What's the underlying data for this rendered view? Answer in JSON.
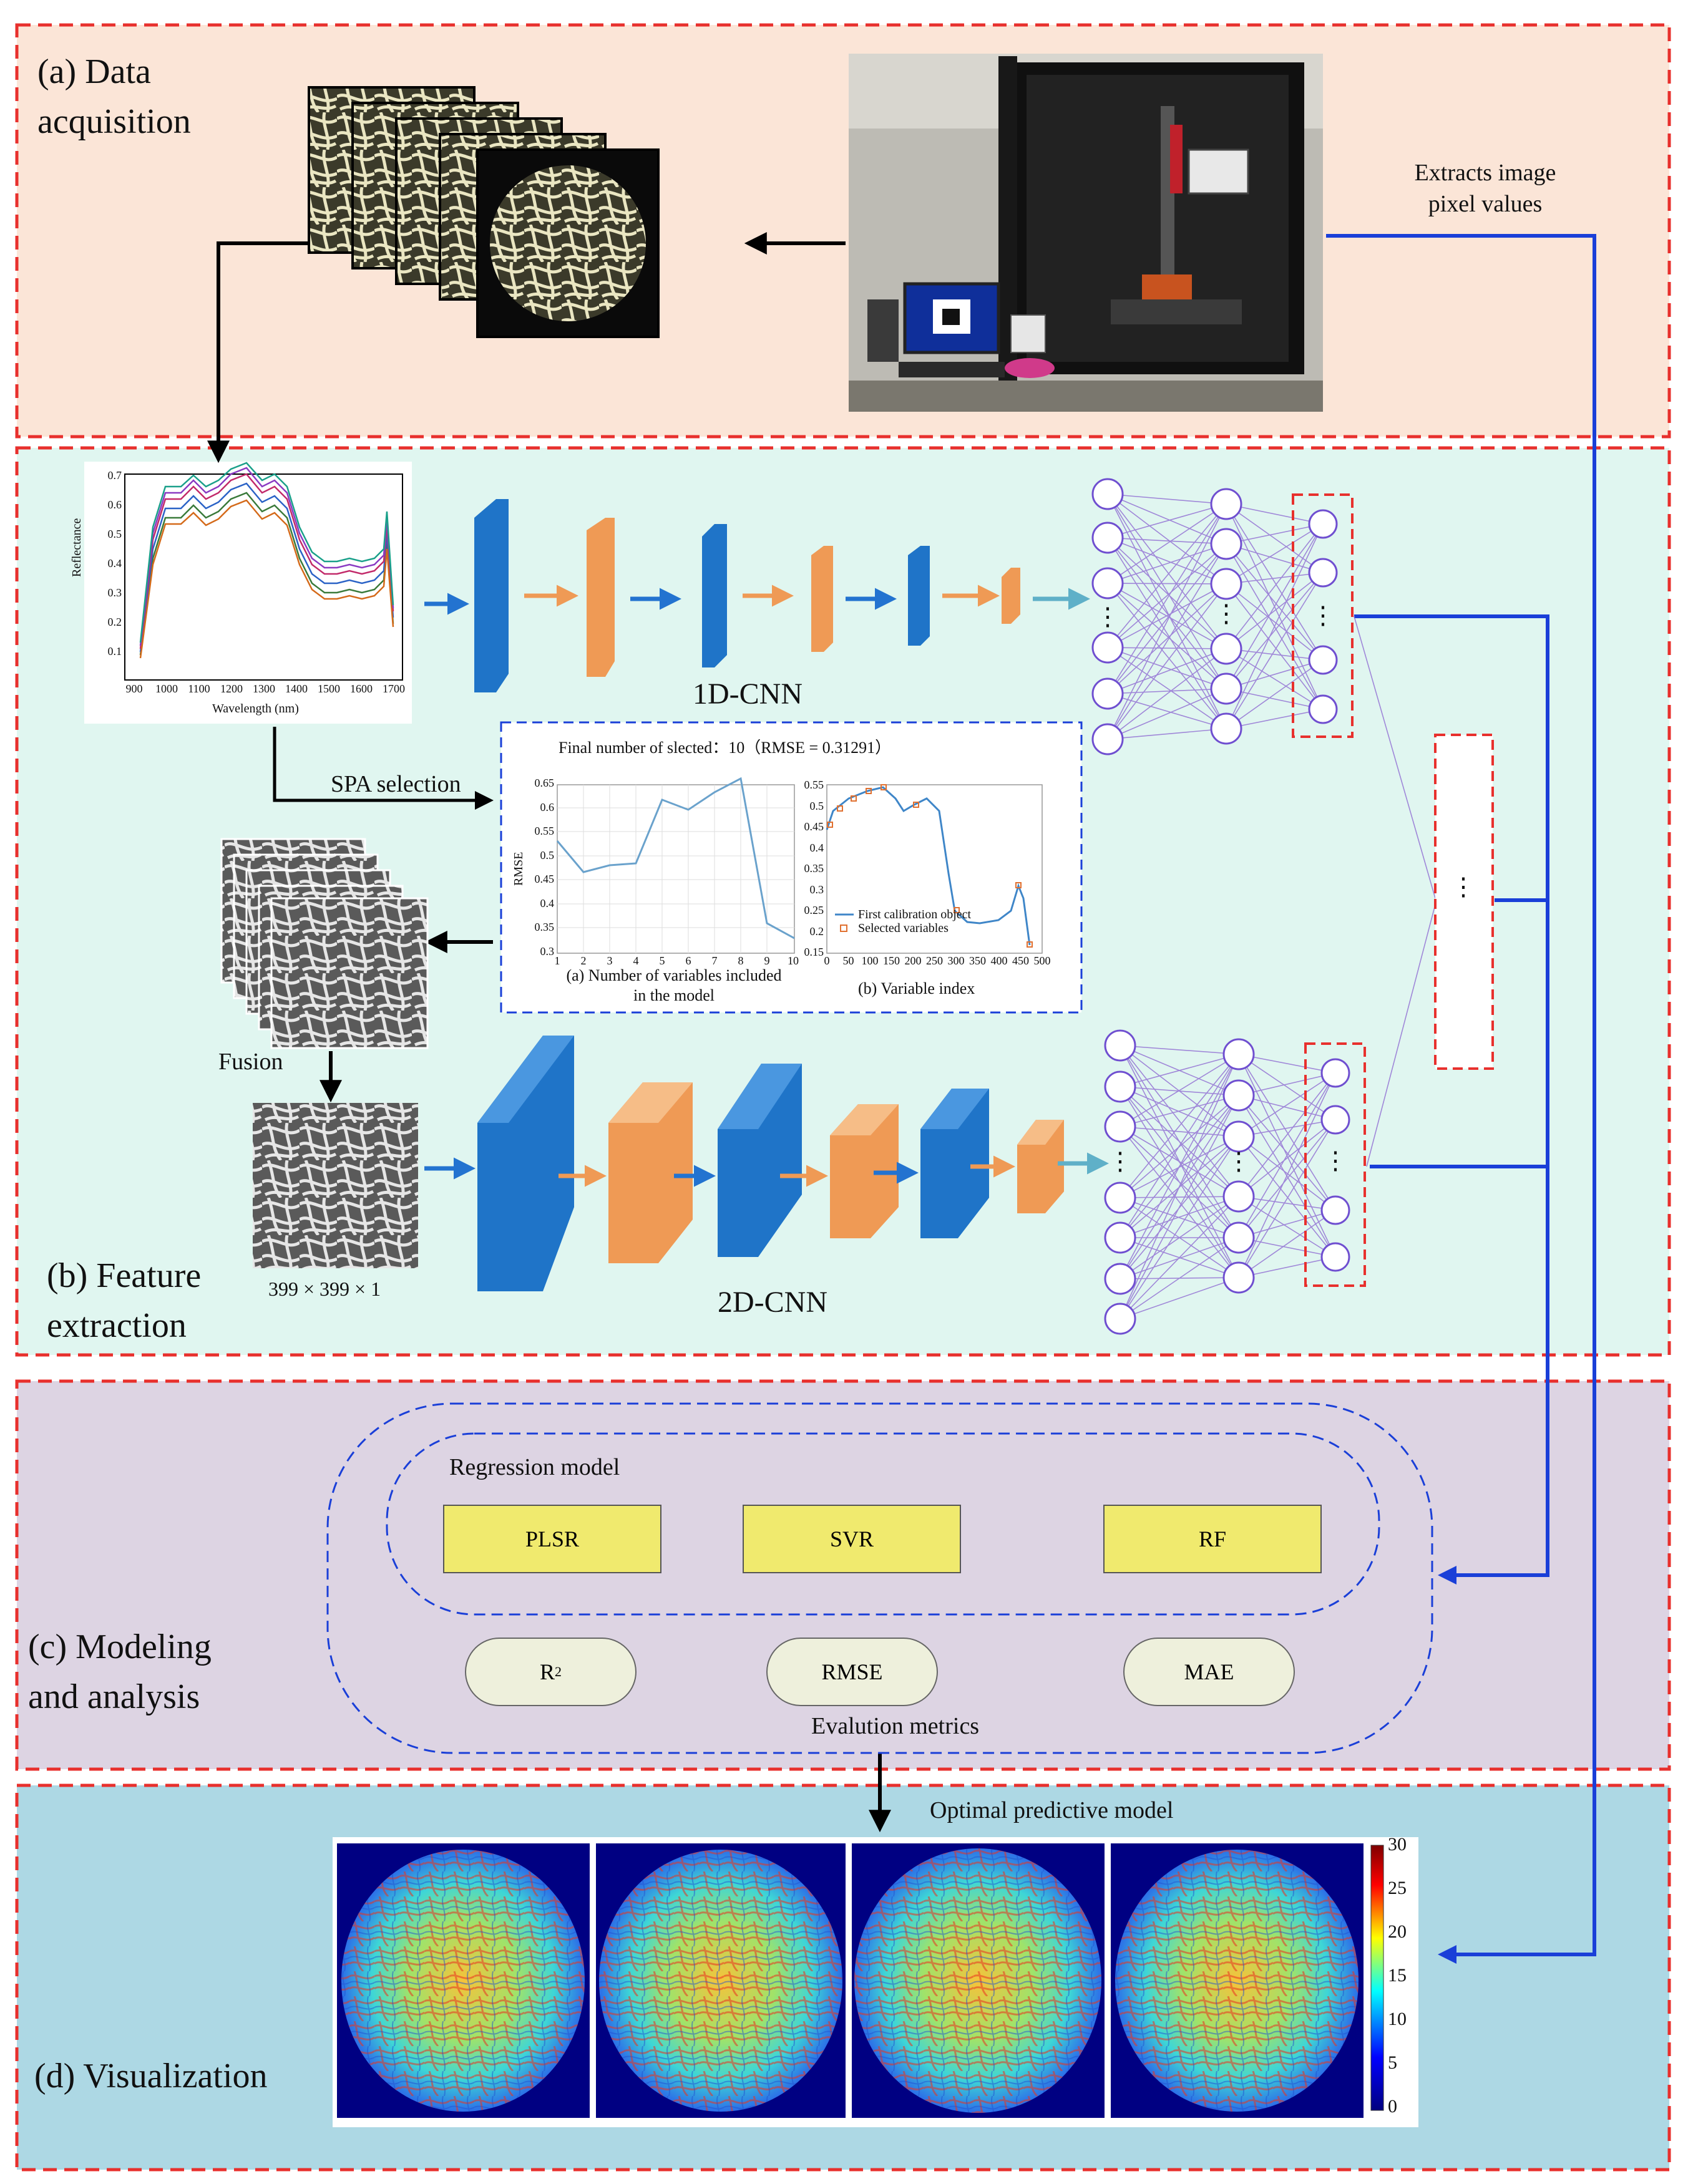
{
  "sections": {
    "a": {
      "label_line1": "(a) Data",
      "label_line2": "acquisition"
    },
    "b": {
      "label_line1": "(b) Feature",
      "label_line2": "extraction"
    },
    "c": {
      "label_line1": "(c) Modeling",
      "label_line2": "and analysis"
    },
    "d": {
      "label": "(d) Visualization"
    }
  },
  "acquisition": {
    "extract_line1": "Extracts image",
    "extract_line2": "pixel values"
  },
  "spectra": {
    "ylabel": "Reflectance",
    "xlabel": "Wavelength (nm)",
    "xticks": [
      "900",
      "1000",
      "1100",
      "1200",
      "1300",
      "1400",
      "1500",
      "1600",
      "1700"
    ],
    "yticks": [
      "0.7",
      "0.6",
      "0.5",
      "0.4",
      "0.3",
      "0.2",
      "0.1"
    ]
  },
  "cnn1d_label": "1D-CNN",
  "cnn2d_label": "2D-CNN",
  "spa": {
    "selection_label": "SPA selection",
    "title": "Final number of slected：10（RMSE = 0.31291）",
    "left": {
      "ylabel": "RMSE",
      "xlabel_line1": "(a) Number of variables included",
      "xlabel_line2": "in the model",
      "yticks": [
        "0.65",
        "0.6",
        "0.55",
        "0.5",
        "0.45",
        "0.4",
        "0.35",
        "0.3"
      ],
      "xticks": [
        "1",
        "2",
        "3",
        "4",
        "5",
        "6",
        "7",
        "8",
        "9",
        "10"
      ]
    },
    "right": {
      "xlabel": "(b) Variable index",
      "yticks": [
        "0.55",
        "0.5",
        "0.45",
        "0.4",
        "0.35",
        "0.3",
        "0.25",
        "0.2",
        "0.15"
      ],
      "xticks": [
        "0",
        "50",
        "100",
        "150",
        "200",
        "250",
        "300",
        "350",
        "400",
        "450",
        "500"
      ],
      "legend1": "First calibration object",
      "legend2": "Selected variables"
    }
  },
  "fusion_label": "Fusion",
  "image_size_label": "399 × 399 × 1",
  "ellipsis": "⋮",
  "modeling": {
    "regression_title": "Regression model",
    "models": [
      "PLSR",
      "SVR",
      "RF"
    ],
    "metrics": [
      "R",
      "RMSE",
      "MAE"
    ],
    "r2_sup": "2",
    "metrics_title": "Evalution metrics"
  },
  "visualization": {
    "title": "Optimal predictive model",
    "colorbar_ticks": [
      "30",
      "25",
      "20",
      "15",
      "10",
      "5",
      "0"
    ]
  },
  "colors": {
    "section_a_bg": "#fbe5d7",
    "section_b_bg": "#e0f6f0",
    "section_c_bg": "#ddd4e3",
    "section_d_bg": "#add8e4",
    "dashed_red": "#e8302d",
    "arrow_blue": "#1a3fd8",
    "conv_blue": "#1f74c8",
    "pool_orange": "#ef9a55",
    "neuron": "#6f4fd0",
    "model_yellow": "#f0ea6e",
    "metric_bg": "#eef0dc"
  }
}
